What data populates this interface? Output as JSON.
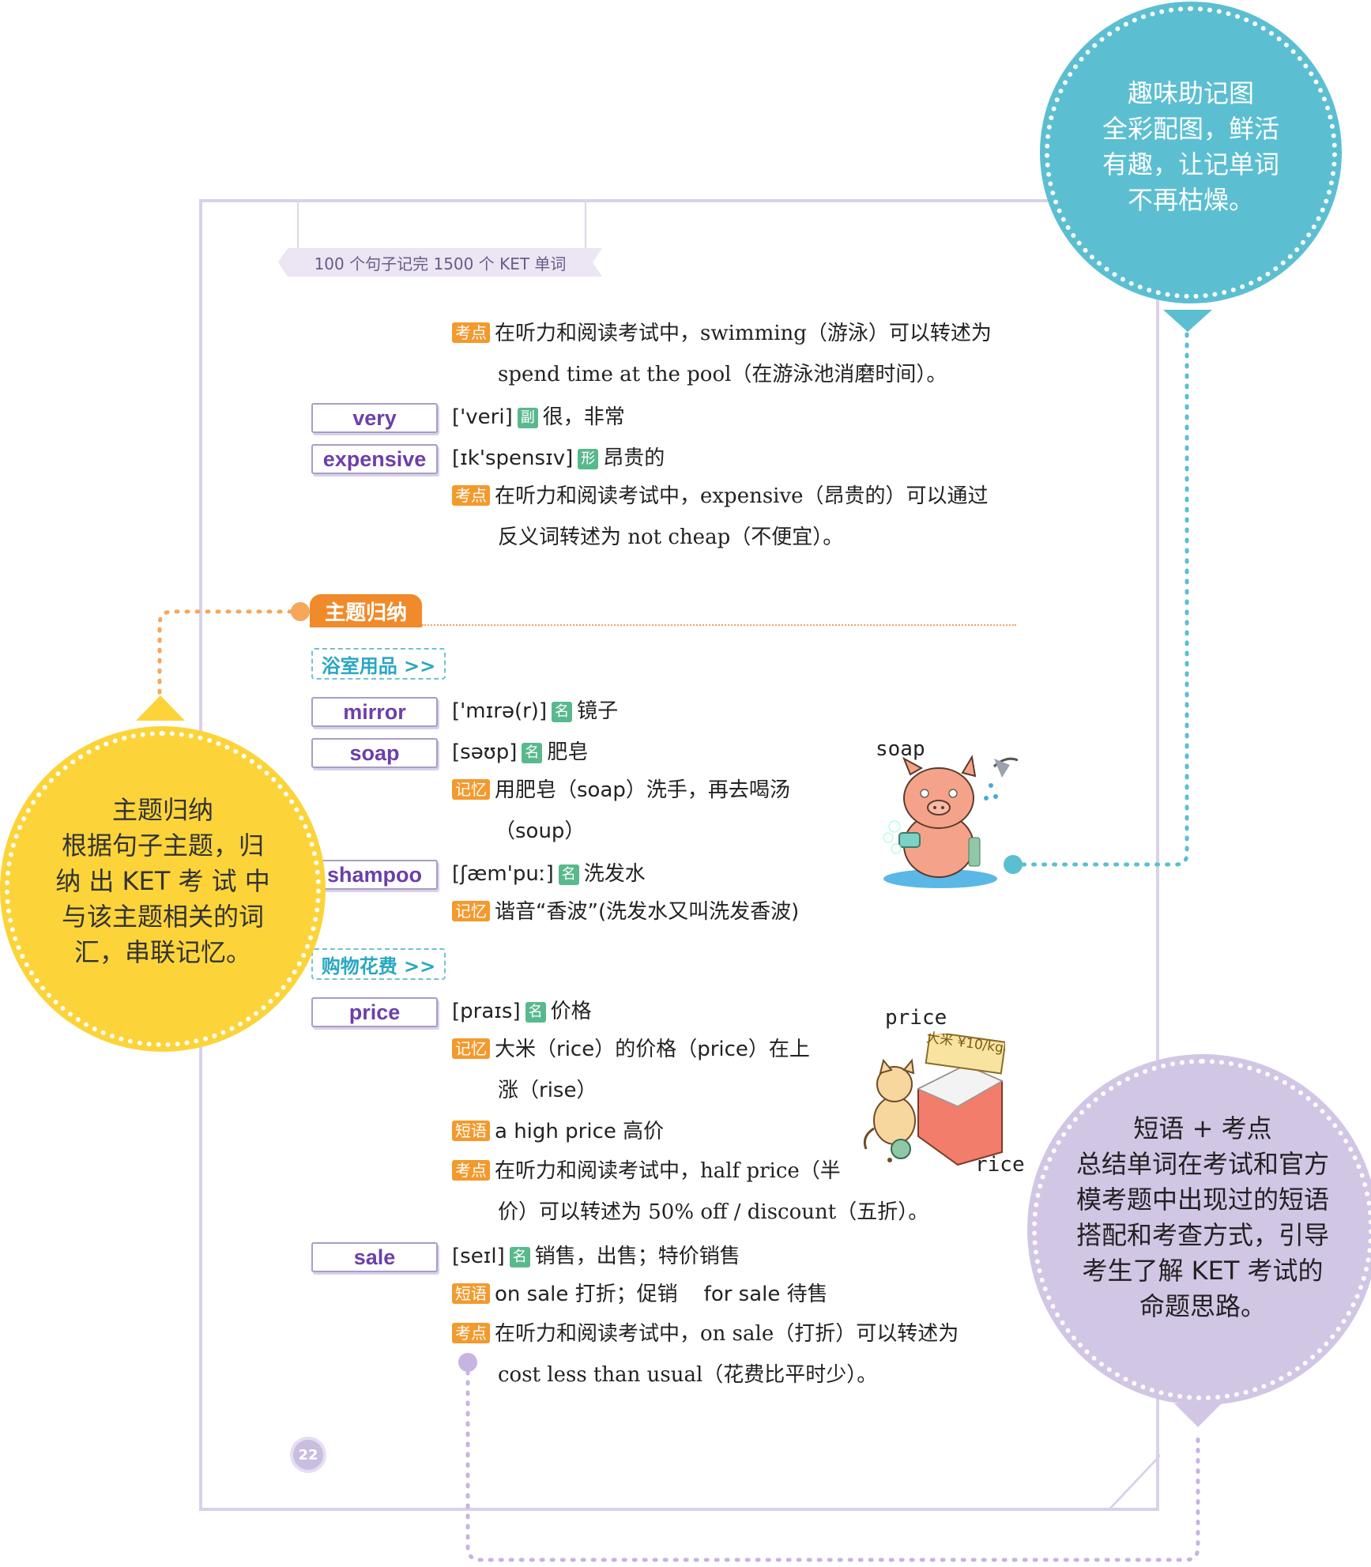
{
  "header": {
    "banner": "100 个句子记完 1500 个 KET 单词"
  },
  "tags": {
    "kaodian": "考点",
    "jiyi": "记忆",
    "duanyu": "短语"
  },
  "intro": {
    "line1": "在听力和阅读考试中，swimming（游泳）可以转述为",
    "line2": "spend time at the pool（在游泳池消磨时间）。"
  },
  "entries": {
    "very": {
      "word": "very",
      "phonetic": "['veri]",
      "pos": "副",
      "meaning": "很，非常"
    },
    "expensive": {
      "word": "expensive",
      "phonetic": "[ɪk'spensɪv]",
      "pos": "形",
      "meaning": "昂贵的",
      "note1": "在听力和阅读考试中，expensive（昂贵的）可以通过",
      "note2": "反义词转述为 not cheap（不便宜）。"
    },
    "mirror": {
      "word": "mirror",
      "phonetic": "['mɪrə(r)]",
      "pos": "名",
      "meaning": "镜子"
    },
    "soap": {
      "word": "soap",
      "phonetic": "[səʊp]",
      "pos": "名",
      "meaning": "肥皂",
      "memo1": "用肥皂（soap）洗手，再去喝汤",
      "memo2": "（soup）",
      "picture_label": "soap"
    },
    "shampoo": {
      "word": "shampoo",
      "phonetic": "[ʃæm'puː]",
      "pos": "名",
      "meaning": "洗发水",
      "memo": "谐音“香波”(洗发水又叫洗发香波)"
    },
    "price": {
      "word": "price",
      "phonetic": "[praɪs]",
      "pos": "名",
      "meaning": "价格",
      "memo1": "大米（rice）的价格（price）在上",
      "memo2": "涨（rise）",
      "phrase": "a high price 高价",
      "note1": "在听力和阅读考试中，half price（半",
      "note2": "价）可以转述为 50% off / discount（五折）。",
      "picture_label": "price",
      "picture_label2": "rice",
      "sign": "大米 ¥10/kg"
    },
    "sale": {
      "word": "sale",
      "phonetic": "[seɪl]",
      "pos": "名",
      "meaning": "销售，出售；特价销售",
      "phrase": "on sale 打折；促销    for sale 待售",
      "note1": "在听力和阅读考试中，on sale（打折）可以转述为",
      "note2": "cost less than usual（花费比平时少）。"
    }
  },
  "theme": {
    "title": "主题归纳",
    "sub1": "浴室用品 >>",
    "sub2": "购物花费 >>"
  },
  "page_number": "22",
  "callouts": {
    "blue": {
      "title": "趣味助记图",
      "l1": "全彩配图，鲜活",
      "l2": "有趣，让记单词",
      "l3": "不再枯燥。"
    },
    "yellow": {
      "title": "主题归纳",
      "l1": "根据句子主题，归",
      "l2": "纳 出 KET 考 试 中",
      "l3": "与该主题相关的词",
      "l4": "汇，串联记忆。"
    },
    "purple": {
      "title": "短语 + 考点",
      "l1": "总结单词在考试和官方",
      "l2": "模考题中出现过的短语",
      "l3": "搭配和考查方式，引导",
      "l4": "考生了解 KET 考试的",
      "l5": "命题思路。"
    }
  },
  "colors": {
    "purple": "#6d3fa8",
    "orange": "#f08a2a",
    "teal": "#2aa7c1",
    "green": "#4fb58a"
  }
}
